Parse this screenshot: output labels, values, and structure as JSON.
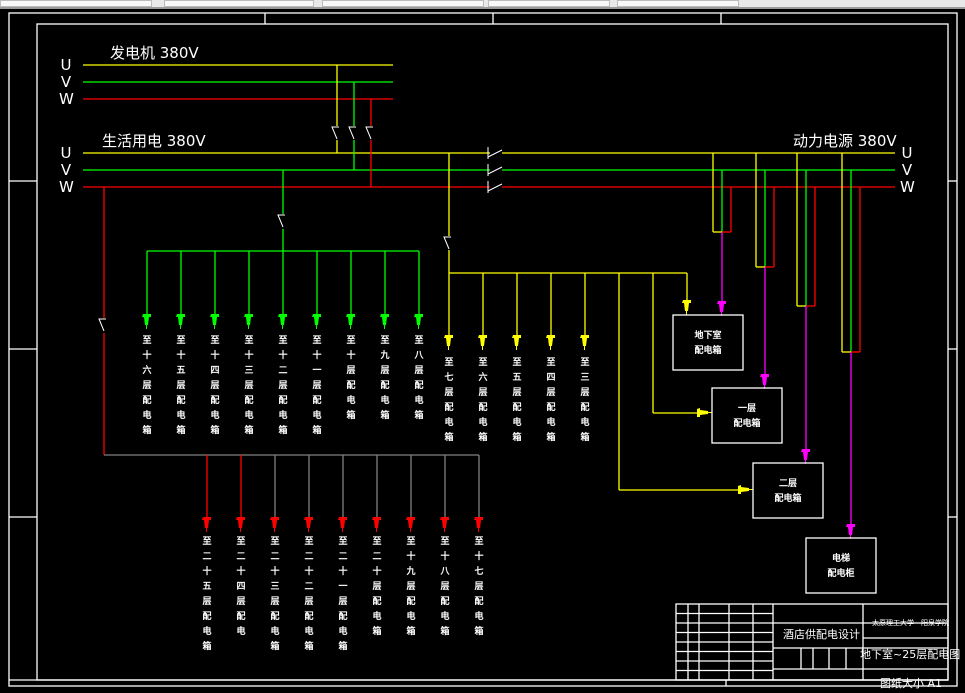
{
  "drawing": {
    "generator_label": "发电机 380V",
    "living_label": "生活用电 380V",
    "power_label": "动力电源 380V",
    "phases": [
      "U",
      "V",
      "W"
    ],
    "colors": {
      "U": "#ffff00",
      "V": "#00ff00",
      "W": "#ff0000",
      "feeder": "#ff00ff",
      "outline": "#ffffff",
      "neutral": "#808080"
    },
    "green_branch_labels": [
      "至十六层配电箱",
      "至十五层配电箱",
      "至十四层配电箱",
      "至十三层配电箱",
      "至十二层配电箱",
      "至十一层配电箱",
      "至十层配电箱",
      "至九层配电箱",
      "至八层配电箱"
    ],
    "yellow_branch_labels": [
      "至七层配电箱",
      "至六层配电箱",
      "至五层配电箱",
      "至四层配电箱",
      "至三层配电箱"
    ],
    "red_branch_labels": [
      "至二十五层配电箱",
      "至二十四层配电",
      "至二十三层配电箱",
      "至二十二层配电箱",
      "至二十一层配电箱",
      "至二十层配电箱",
      "至十九层配电箱",
      "至十八层配电箱",
      "至十七层配电箱"
    ],
    "boxes": [
      {
        "line1": "地下室",
        "line2": "配电箱"
      },
      {
        "line1": "一层",
        "line2": "配电箱"
      },
      {
        "line1": "二层",
        "line2": "配电箱"
      },
      {
        "line1": "电梯",
        "line2": "配电柜"
      }
    ]
  },
  "title_block": {
    "project": "酒店供配电设计",
    "school": "太原理工大学　阳泉学院",
    "drawing_name": "地下室~25层配电图",
    "sheet_size": "图纸大小 A1"
  }
}
